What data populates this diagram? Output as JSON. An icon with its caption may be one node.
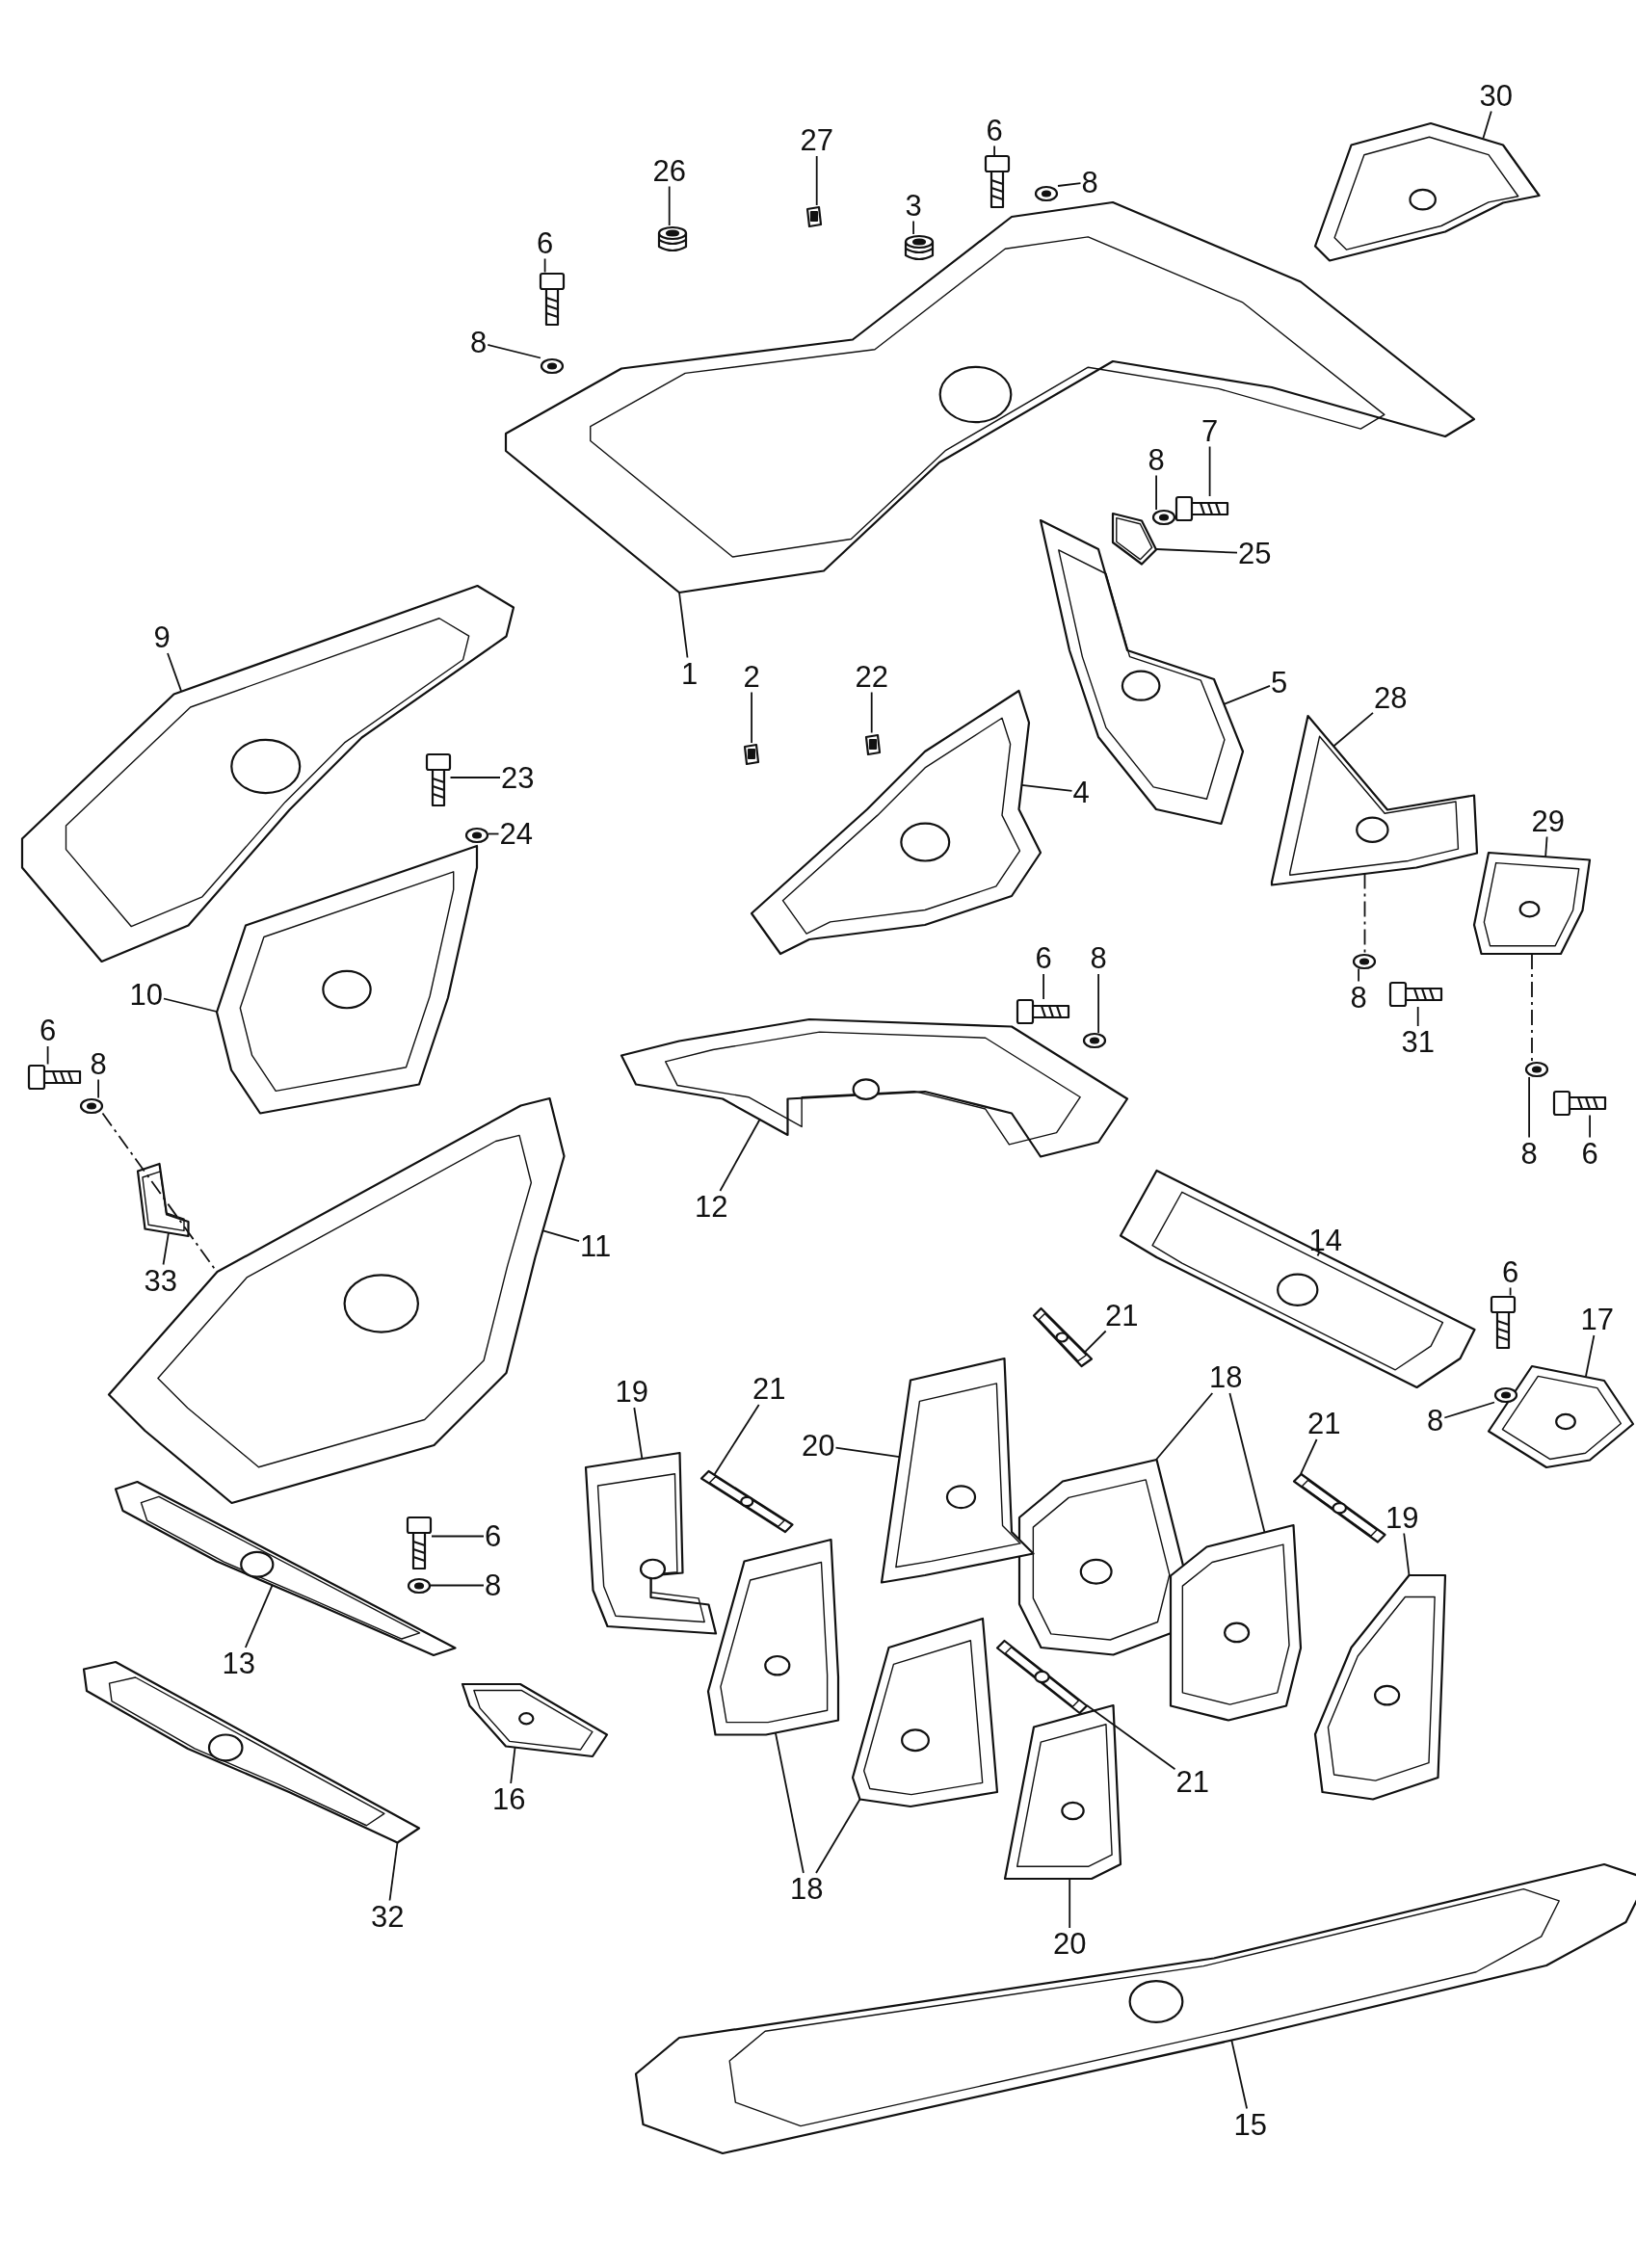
{
  "diagram": {
    "nodes": [
      {
        "text": [
          "30"
        ]
      },
      {
        "text": [
          "27"
        ]
      },
      {
        "text": [
          "6"
        ]
      },
      {
        "text": [
          "26"
        ]
      },
      {
        "text": [
          "8"
        ]
      },
      {
        "text": [
          "3"
        ]
      },
      {
        "text": [
          "6"
        ]
      },
      {
        "text": [
          "8"
        ]
      },
      {
        "text": [
          "7"
        ]
      },
      {
        "text": [
          "8"
        ]
      },
      {
        "text": [
          "25"
        ]
      },
      {
        "text": [
          "9"
        ]
      },
      {
        "text": [
          "1"
        ]
      },
      {
        "text": [
          "2"
        ]
      },
      {
        "text": [
          "22"
        ]
      },
      {
        "text": [
          "5"
        ]
      },
      {
        "text": [
          "28"
        ]
      },
      {
        "text": [
          "23"
        ]
      },
      {
        "text": [
          "4"
        ]
      },
      {
        "text": [
          "29"
        ]
      },
      {
        "text": [
          "24"
        ]
      },
      {
        "text": [
          "6"
        ]
      },
      {
        "text": [
          "8"
        ]
      },
      {
        "text": [
          "10"
        ]
      },
      {
        "text": [
          "8"
        ]
      },
      {
        "text": [
          "31"
        ]
      },
      {
        "text": [
          "6"
        ]
      },
      {
        "text": [
          "8"
        ]
      },
      {
        "text": [
          "8"
        ]
      },
      {
        "text": [
          "6"
        ]
      },
      {
        "text": [
          "12"
        ]
      },
      {
        "text": [
          "11"
        ]
      },
      {
        "text": [
          "14"
        ]
      },
      {
        "text": [
          "33"
        ]
      },
      {
        "text": [
          "6"
        ]
      },
      {
        "text": [
          "17"
        ]
      },
      {
        "text": [
          "21"
        ]
      },
      {
        "text": [
          "18"
        ]
      },
      {
        "text": [
          "19"
        ]
      },
      {
        "text": [
          "21"
        ]
      },
      {
        "text": [
          "21"
        ]
      },
      {
        "text": [
          "8"
        ]
      },
      {
        "text": [
          "20"
        ]
      },
      {
        "text": [
          "19"
        ]
      },
      {
        "text": [
          "6"
        ]
      },
      {
        "text": [
          "8"
        ]
      },
      {
        "text": [
          "13"
        ]
      },
      {
        "text": [
          "21"
        ]
      },
      {
        "text": [
          "16"
        ]
      },
      {
        "text": [
          "18"
        ]
      },
      {
        "text": [
          "32"
        ]
      },
      {
        "text": [
          "20"
        ]
      },
      {
        "text": [
          "15"
        ]
      },
      {
        "text": [],
        "shape": "picture"
      },
      {
        "text": [],
        "shape": "picture"
      },
      {
        "text": [],
        "shape": "picture"
      },
      {
        "text": [],
        "shape": "picture"
      },
      {
        "text": [],
        "shape": "picture"
      },
      {
        "text": [],
        "shape": "picture"
      },
      {
        "text": [],
        "shape": "picture"
      },
      {
        "text": [],
        "shape": "picture"
      },
      {
        "text": [],
        "shape": "picture"
      },
      {
        "text": [],
        "shape": "picture"
      },
      {
        "text": [],
        "shape": "picture"
      },
      {
        "text": [],
        "shape": "picture"
      },
      {
        "text": [],
        "shape": "picture"
      },
      {
        "text": [],
        "shape": "picture"
      },
      {
        "text": [],
        "shape": "picture"
      },
      {
        "text": [],
        "shape": "picture"
      },
      {
        "text": [],
        "shape": "picture"
      },
      {
        "text": [],
        "shape": "picture"
      },
      {
        "text": [],
        "shape": "picture"
      },
      {
        "text": [],
        "shape": "picture"
      },
      {
        "text": [],
        "shape": "picture"
      },
      {
        "text": [],
        "shape": "picture"
      },
      {
        "text": [],
        "shape": "picture"
      },
      {
        "text": [],
        "shape": "picture"
      },
      {
        "text": [],
        "shape": "picture"
      },
      {
        "text": [],
        "shape": "picture"
      },
      {
        "text": [],
        "shape": "picture"
      },
      {
        "text": [],
        "shape": "picture"
      },
      {
        "text": [],
        "shape": "picture"
      },
      {
        "text": [],
        "shape": "picture"
      },
      {
        "text": [],
        "shape": "picture"
      },
      {
        "text": [],
        "shape": "picture"
      },
      {
        "text": [],
        "shape": "picture"
      },
      {
        "text": [],
        "shape": "picture"
      },
      {
        "text": [],
        "shape": "picture"
      },
      {
        "text": [],
        "shape": "picture"
      },
      {
        "text": [],
        "shape": "picture"
      },
      {
        "text": [],
        "shape": "picture"
      },
      {
        "text": [],
        "shape": "picture"
      },
      {
        "text": [],
        "shape": "picture"
      },
      {
        "text": [],
        "shape": "picture"
      },
      {
        "text": [],
        "shape": "picture"
      },
      {
        "text": [],
        "shape": "picture"
      },
      {
        "text": [],
        "shape": "picture"
      },
      {
        "text": [],
        "shape": "picture"
      },
      {
        "text": [],
        "shape": "picture"
      },
      {
        "text": [],
        "shape": "picture"
      },
      {
        "text": [],
        "shape": "picture"
      },
      {
        "text": [],
        "shape": "picture"
      },
      {
        "text": [],
        "shape": "picture"
      },
      {
        "text": [],
        "shape": "picture"
      },
      {
        "text": [],
        "shape": "picture"
      },
      {
        "text": [],
        "shape": "picture"
      },
      {
        "text": [],
        "shape": "picture"
      },
      {
        "text": [],
        "shape": "picture"
      }
    ],
    "edges": [
      {
        "from": 0,
        "to": 53,
        "arrow": "none"
      },
      {
        "from": 1,
        "to": 54,
        "arrow": "none"
      },
      {
        "from": 2,
        "to": 55,
        "arrow": "none"
      },
      {
        "from": 3,
        "to": 56,
        "arrow": "none"
      },
      {
        "from": 4,
        "to": 57,
        "arrow": "none"
      },
      {
        "from": 5,
        "to": 58,
        "arrow": "none"
      },
      {
        "from": 6,
        "to": 59,
        "arrow": "none"
      },
      {
        "from": 7,
        "to": 60,
        "arrow": "none"
      },
      {
        "from": 8,
        "to": 61,
        "arrow": "none"
      },
      {
        "from": 9,
        "to": 62,
        "arrow": "none"
      },
      {
        "from": 10,
        "to": 63,
        "arrow": "none"
      },
      {
        "from": 11,
        "to": 64,
        "arrow": "none"
      },
      {
        "from": 12,
        "to": 65,
        "arrow": "none"
      },
      {
        "from": 13,
        "to": 66,
        "arrow": "none"
      },
      {
        "from": 14,
        "to": 67,
        "arrow": "none"
      },
      {
        "from": 15,
        "to": 68,
        "arrow": "none"
      },
      {
        "from": 16,
        "to": 69,
        "arrow": "none"
      },
      {
        "from": 17,
        "to": 70,
        "arrow": "none"
      },
      {
        "from": 18,
        "to": 71,
        "arrow": "none"
      },
      {
        "from": 19,
        "to": 72,
        "arrow": "none"
      },
      {
        "from": 20,
        "to": 73,
        "arrow": "none"
      },
      {
        "from": 21,
        "to": 74,
        "arrow": "none"
      },
      {
        "from": 22,
        "to": 75,
        "arrow": "none"
      },
      {
        "from": 23,
        "to": 76,
        "arrow": "none"
      },
      {
        "from": 24,
        "to": 77,
        "arrow": "none"
      },
      {
        "from": 25,
        "to": 78,
        "arrow": "none"
      },
      {
        "from": 26,
        "to": 79,
        "arrow": "none"
      },
      {
        "from": 27,
        "to": 80,
        "arrow": "none"
      },
      {
        "from": 28,
        "to": 81,
        "arrow": "none"
      },
      {
        "from": 29,
        "to": 82,
        "arrow": "none"
      },
      {
        "from": 30,
        "to": 83,
        "arrow": "none"
      },
      {
        "from": 31,
        "to": 84,
        "arrow": "none"
      },
      {
        "from": 32,
        "to": 85,
        "arrow": "none"
      },
      {
        "from": 33,
        "to": 86,
        "arrow": "none"
      },
      {
        "from": 34,
        "to": 87,
        "arrow": "none"
      },
      {
        "from": 35,
        "to": 88,
        "arrow": "none"
      },
      {
        "from": 36,
        "to": 89,
        "arrow": "none"
      },
      {
        "from": 37,
        "to": 90,
        "arrow": "none"
      },
      {
        "from": 37,
        "to": 91,
        "arrow": "none"
      },
      {
        "from": 38,
        "to": 92,
        "arrow": "none"
      },
      {
        "from": 39,
        "to": 93,
        "arrow": "none"
      },
      {
        "from": 40,
        "to": 94,
        "arrow": "none"
      },
      {
        "from": 41,
        "to": 95,
        "arrow": "none"
      },
      {
        "from": 42,
        "to": 96,
        "arrow": "none"
      },
      {
        "from": 43,
        "to": 97,
        "arrow": "none"
      },
      {
        "from": 44,
        "to": 98,
        "arrow": "none"
      },
      {
        "from": 45,
        "to": 99,
        "arrow": "none"
      },
      {
        "from": 46,
        "to": 100,
        "arrow": "none"
      },
      {
        "from": 47,
        "to": 101,
        "arrow": "none"
      },
      {
        "from": 48,
        "to": 102,
        "arrow": "none"
      },
      {
        "from": 49,
        "to": 103,
        "arrow": "none"
      },
      {
        "from": 49,
        "to": 104,
        "arrow": "none"
      },
      {
        "from": 50,
        "to": 105,
        "arrow": "none"
      },
      {
        "from": 51,
        "to": 106,
        "arrow": "none"
      },
      {
        "from": 52,
        "to": 107,
        "arrow": "none"
      },
      {
        "from": 80,
        "to": 84,
        "arrow": "none",
        "style": "dashed"
      },
      {
        "from": 69,
        "to": 77,
        "arrow": "none",
        "style": "dashed"
      },
      {
        "from": 72,
        "to": 81,
        "arrow": "none",
        "style": "dashed"
      }
    ]
  }
}
